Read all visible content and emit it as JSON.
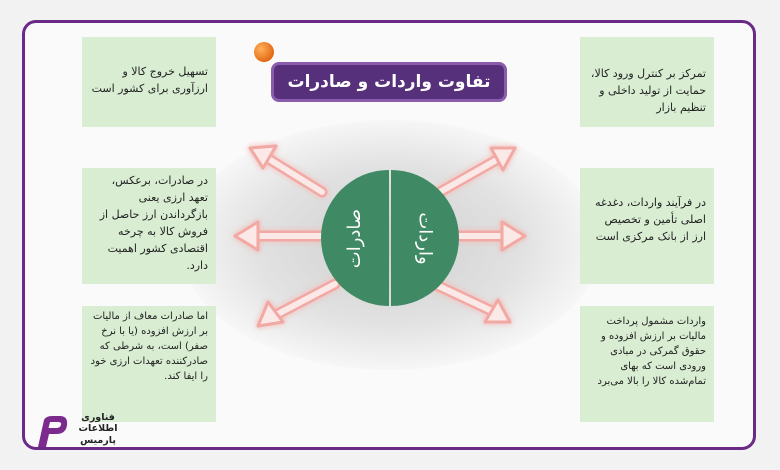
{
  "title": "تفاوت واردات و صادرات",
  "circle": {
    "left_label": "صادرات",
    "right_label": "واردات"
  },
  "cards": {
    "left_top": "تسهیل خروج کالا و ارزآوری برای کشور است",
    "left_middle": "در صادرات، برعکس، تعهد ارزی یعنی بازگرداندن ارز حاصل از فروش کالا به چرخه اقتصادی کشور اهمیت دارد.",
    "left_bottom": "اما صادرات معاف از مالیات بر ارزش افزوده (یا با نرخ صفر) است، به شرطی که صادرکننده تعهدات ارزی خود را ایفا کند.",
    "right_top": "تمرکز بر کنترل ورود کالا، حمایت از تولید داخلی و تنظیم بازار",
    "right_middle": "در فرآیند واردات، دغدغه اصلی تأمین و تخصیص ارز از بانک مرکزی است",
    "right_bottom": "واردات مشمول پرداخت مالیات بر ارزش افزوده و حقوق گمرکی در مبادی ورودی است که بهای تمام‌شده کالا را بالا می‌برد"
  },
  "logo": {
    "line1": "فناوری",
    "line2": "اطلاعات",
    "line3": "پارمیس"
  },
  "colors": {
    "frame": "#6a2a86",
    "title_bg": "#57307b",
    "card_bg": "#d8edd2",
    "circle_green": "#3f8a64",
    "arrow_fill": "#fbe9e7",
    "arrow_stroke": "#f2a8a3",
    "accent_dot": "#e46a16"
  }
}
